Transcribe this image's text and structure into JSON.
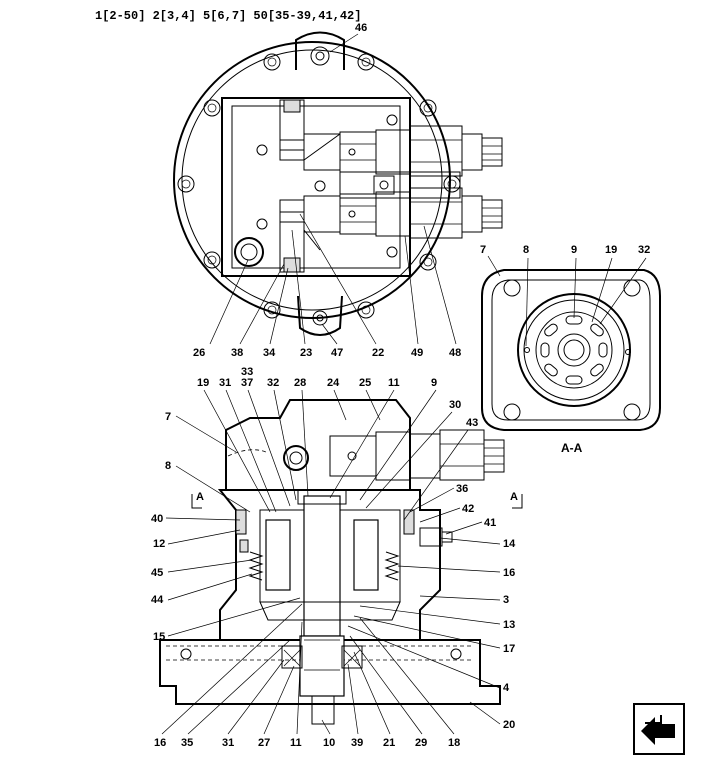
{
  "header": "1[2-50]  2[3,4]  5[6,7]  50[35-39,41,42]",
  "section_label": "A-A",
  "section_markers": [
    "A",
    "A"
  ],
  "nav_icon": "arrow-enter-icon",
  "callouts_top": [
    "46",
    "26",
    "38",
    "34",
    "23",
    "47",
    "22",
    "49",
    "48"
  ],
  "callouts_side": [
    "7",
    "8",
    "9",
    "19",
    "32"
  ],
  "callouts_main_top": [
    "33",
    "19",
    "31",
    "37",
    "32",
    "28",
    "24",
    "25",
    "11",
    "9",
    "30",
    "43"
  ],
  "callouts_main_left": [
    "7",
    "8",
    "40",
    "12",
    "45",
    "44",
    "15"
  ],
  "callouts_main_right": [
    "36",
    "42",
    "41",
    "14",
    "16",
    "3",
    "13",
    "17",
    "4",
    "20"
  ],
  "callouts_main_bottom": [
    "16",
    "35",
    "31",
    "27",
    "11",
    "10",
    "39",
    "21",
    "29",
    "18"
  ]
}
